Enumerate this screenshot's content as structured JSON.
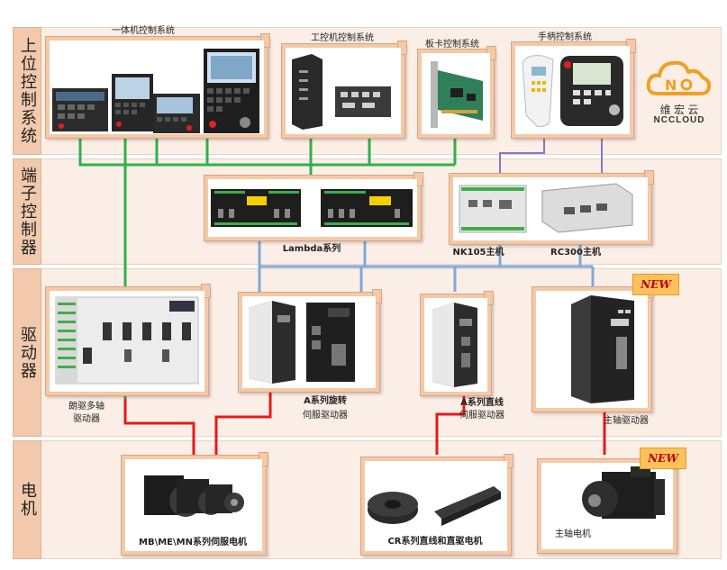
{
  "rows": [
    {
      "id": "upper",
      "label": "上位控制系统"
    },
    {
      "id": "terminal",
      "label": "端子控制器"
    },
    {
      "id": "driver",
      "label": "驱动器"
    },
    {
      "id": "motor",
      "label": "电机"
    }
  ],
  "cards": {
    "all_in_one": "一体机控制系统",
    "ipc": "工控机控制系统",
    "board": "板卡控制系统",
    "handheld": "手柄控制系统",
    "lambda": "Lambda系列",
    "nk105": "NK105主机",
    "rc300": "RC300主机",
    "multi_axis": "朗驱多轴\n驱动器",
    "multi_axis_l1": "朗驱多轴",
    "multi_axis_l2": "驱动器",
    "a_rotary_l1": "A系列旋转",
    "a_rotary_l2": "伺服驱动器",
    "a_linear_l1": "A系列直线",
    "a_linear_l2": "伺服驱动器",
    "spindle_driver": "主轴驱动器",
    "servo_motor": "MB\\ME\\MN系列伺服电机",
    "cr_motor": "CR系列直线和直驱电机",
    "spindle_motor": "主轴电机"
  },
  "badges": {
    "new": "NEW"
  },
  "logo": {
    "cn": "维 宏 云",
    "en": "NCCLOUD"
  },
  "colors": {
    "green": "#2fb14a",
    "blue": "#7ea9d6",
    "purple": "#8a76c0",
    "red": "#e41a1a",
    "card": "#f6c9a6",
    "band": "#fbeee6",
    "label": "#f2c9ad",
    "logo": "#f0a020"
  }
}
